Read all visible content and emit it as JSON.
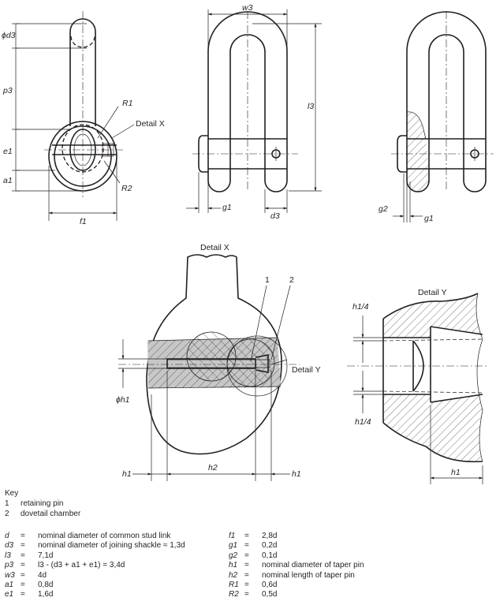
{
  "labels": {
    "phi_d3": "ϕd3",
    "p3": "p3",
    "e1": "e1",
    "a1": "a1",
    "f1": "f1",
    "R1": "R1",
    "R2": "R2",
    "detail_x_callout": "Detail X",
    "w3": "w3",
    "l3": "l3",
    "g1": "g1",
    "d3": "d3",
    "g2": "g2",
    "g1_right": "g1",
    "detail_x_title": "Detail X",
    "item_1": "1",
    "item_2": "2",
    "detail_y_callout": "Detail Y",
    "phi_h1": "ϕh1",
    "h1_left": "h1",
    "h2": "h2",
    "h1_right": "h1",
    "detail_y_title": "Detail Y",
    "h1_4_top": "h1/4",
    "h1_4_bottom": "h1/4",
    "h1_y": "h1"
  },
  "key": {
    "title": "Key",
    "items": [
      {
        "num": "1",
        "text": "retaining pin"
      },
      {
        "num": "2",
        "text": "dovetail chamber"
      }
    ]
  },
  "definitions_left": [
    {
      "sym": "d",
      "eq": "=",
      "text": "nominal diameter of common stud link"
    },
    {
      "sym": "d3",
      "eq": "=",
      "text": "nominal diameter of joining shackle ≈ 1,3d"
    },
    {
      "sym": "l3",
      "eq": "=",
      "text": "7,1d"
    },
    {
      "sym": "p3",
      "eq": "=",
      "text": "l3 - (d3 + a1 + e1) = 3,4d"
    },
    {
      "sym": "w3",
      "eq": "=",
      "text": "4d"
    },
    {
      "sym": "a1",
      "eq": "=",
      "text": "0,8d"
    },
    {
      "sym": "e1",
      "eq": "=",
      "text": "1,6d"
    }
  ],
  "definitions_right": [
    {
      "sym": "f1",
      "eq": "=",
      "text": "2,8d"
    },
    {
      "sym": "g1",
      "eq": "=",
      "text": "0,2d"
    },
    {
      "sym": "g2",
      "eq": "=",
      "text": "0,1d"
    },
    {
      "sym": "h1",
      "eq": "=",
      "text": "nominal diameter of taper pin"
    },
    {
      "sym": "h2",
      "eq": "=",
      "text": "nominal length of taper pin"
    },
    {
      "sym": "R1",
      "eq": "=",
      "text": "0,6d"
    },
    {
      "sym": "R2",
      "eq": "=",
      "text": "0,5d"
    }
  ]
}
